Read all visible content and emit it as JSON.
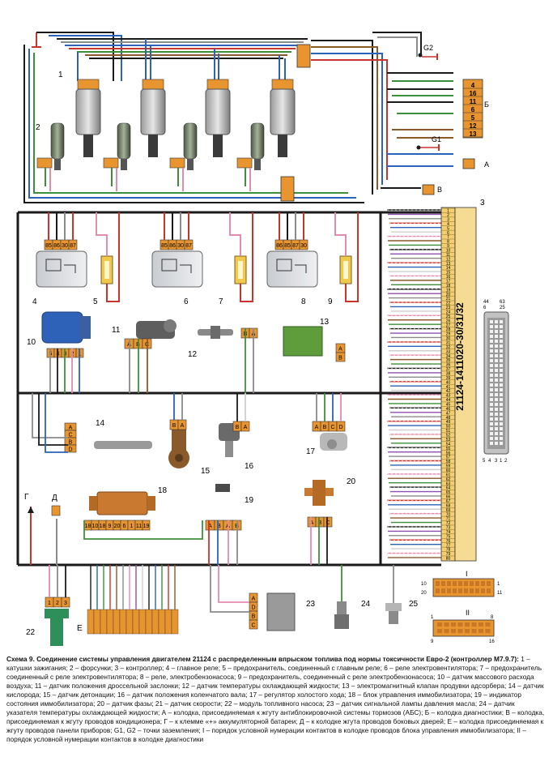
{
  "diagram": {
    "component_numbers": [
      "1",
      "2",
      "3",
      "4",
      "5",
      "6",
      "7",
      "8",
      "9",
      "10",
      "11",
      "12",
      "13",
      "14",
      "15",
      "16",
      "17",
      "18",
      "19",
      "20",
      "22",
      "23",
      "24",
      "25"
    ],
    "letters": {
      "G2": "G2",
      "G1": "G1",
      "B_block": "Б",
      "A": "А",
      "V": "В",
      "G": "Г",
      "D": "Д",
      "E": "Е",
      "I": "I",
      "II": "II"
    },
    "right_block_pins": [
      "4",
      "16",
      "11",
      "6",
      "5",
      "12",
      "13"
    ],
    "controller_label": "21124-1411020-30/31/32",
    "controller_pins": [
      "1",
      "2",
      "3",
      "4",
      "5",
      "6",
      "7",
      "8",
      "9",
      "10",
      "11",
      "12",
      "13",
      "14",
      "15",
      "16",
      "17",
      "18",
      "19",
      "20",
      "21",
      "22",
      "23",
      "24",
      "25",
      "26",
      "27",
      "28",
      "29",
      "30",
      "31",
      "32",
      "33",
      "34",
      "35",
      "36",
      "37",
      "38",
      "39",
      "40",
      "41",
      "42",
      "43",
      "44",
      "45",
      "46",
      "47",
      "48",
      "49",
      "50",
      "51",
      "52",
      "53",
      "54",
      "55",
      "56",
      "57",
      "58",
      "59",
      "60",
      "61",
      "62",
      "63",
      "64",
      "65",
      "66",
      "67",
      "68",
      "69",
      "70",
      "71",
      "72",
      "73",
      "74",
      "75",
      "76",
      "77",
      "78",
      "79",
      "80"
    ],
    "connector_top_labels": [
      "6",
      "44",
      "25",
      "63"
    ],
    "connector_bottom_labels": [
      "5",
      "4",
      "3",
      "1",
      "2"
    ],
    "relay_pins": [
      "85",
      "86",
      "30",
      "87"
    ],
    "relay8_pins": [
      "86",
      "85",
      "87",
      "30"
    ],
    "sensor10_pins": [
      "5",
      "4",
      "3",
      "2",
      "1"
    ],
    "sensor11_pins": [
      "A",
      "B",
      "C"
    ],
    "sensor12_pins": [
      "B",
      "A"
    ],
    "valve13_pins": [
      "A",
      "B"
    ],
    "sensor14_pins": [
      "A",
      "C",
      "B",
      "D"
    ],
    "sensor15_pins": [
      "B",
      "A"
    ],
    "sensor16_pins": [
      "B",
      "A"
    ],
    "sensor17_pins": [
      "A",
      "B",
      "C",
      "D"
    ],
    "immo18_pins": [
      "18",
      "10",
      "18",
      "9",
      "20",
      "6",
      "1",
      "11",
      "19"
    ],
    "indicator19_pins": [
      "A",
      "B",
      "A",
      "B"
    ],
    "sensor20_pins": [
      "A",
      "B",
      "C"
    ],
    "block22_pins": [
      "1",
      "2",
      "3"
    ],
    "sensor23_pins": [
      "A",
      "D",
      "B",
      "C"
    ],
    "block_I": {
      "left_top": "10",
      "left_bottom": "20",
      "right_top": "1",
      "right_bottom": "11"
    },
    "block_II": {
      "left_top": "1",
      "right_top": "8",
      "left_bottom": "9",
      "right_bottom": "16"
    }
  },
  "caption": {
    "title": "Схема 9. Соединение системы управления двигателем 21124 с распределенным впрыском топлива под нормы токсичности Евро-2 (контроллер М7.9.7):",
    "body": " 1 – катушки зажигания; 2 – форсунки; 3 – контроллер; 4 – главное реле; 5 – предохранитель, соединенный с главным реле; 6 – реле электровентилятора; 7 – предохранитель соединенный с реле электровентилятора; 8 – реле, электробензонасоса; 9 – предохранитель, соединенный с реле электробензонасоса; 10 – датчик массового расхода воздуха; 11 – датчик положения дроссельной заслонки; 12 – датчик температуры охлаждающей жидкости; 13 – электромагнитный клапан продувки адсорбера; 14 – датчик кислорода; 15 – датчик детонации; 16 – датчик положения коленчатого вала; 17 – регулятор холостого хода; 18 – блок управления иммобилизатора; 19 – индикатор состояния иммобилизатора; 20 – датчик фазы; 21 – датчик скорости; 22 – модуль топливного насоса; 23 – датчик сигнальной лампы давления масла; 24 – датчик указателя температуры охлаждающей жидкости; А – колодка, присоединяемая к жгуту антиблокировочной системы тормозов (АБС); Б – колодка диагностики; В – колодка, присоединяемая к жгуту проводов кондиционера; Г – к клемме «+» аккумуляторной батареи; Д – к колодке жгута проводов боковых дверей; Е – колодка присоединяемая к жгуту проводов панели приборов; G1, G2 – точки заземления; I – порядок условной нумерации контактов в колодке проводов блока управления иммобилизатора; II – порядок условной нумерации контактов в колодке диагностики"
  },
  "colors": {
    "connector_orange": "#e8952f",
    "controller_yellow": "#f3cf72",
    "wire_black": "#1a1a1a",
    "wire_blue": "#2d62b8",
    "wire_red": "#c8352e",
    "wire_green": "#3f8f3a",
    "wire_brown": "#8a5a2b",
    "wire_gray": "#8b8b8b",
    "wire_white": "#cfcfcf",
    "wire_pink": "#e48bb0",
    "wire_violet": "#8f4fb0"
  },
  "icons": [
    "ground-icon",
    "ignition-coil-icon",
    "injector-icon",
    "relay-icon",
    "fuse-icon",
    "sensor-icon",
    "spark-plug-icon"
  ]
}
